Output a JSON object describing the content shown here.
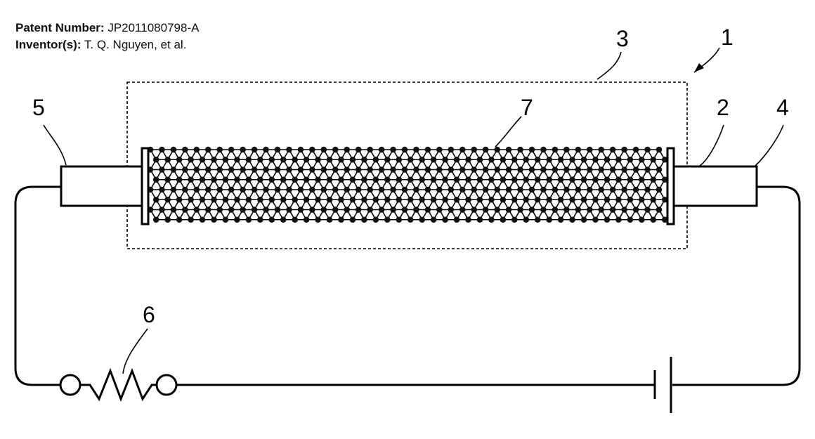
{
  "header": {
    "patent_label": "Patent Number:",
    "patent_value": "JP2011080798-A",
    "inventor_label": "Inventor(s):",
    "inventor_value": "T. Q. Nguyen, et al."
  },
  "refs": {
    "device": "1",
    "electrode_right": "2",
    "region": "3",
    "terminal_right": "4",
    "terminal_left": "5",
    "resistor": "6",
    "nanotube": "7"
  }
}
